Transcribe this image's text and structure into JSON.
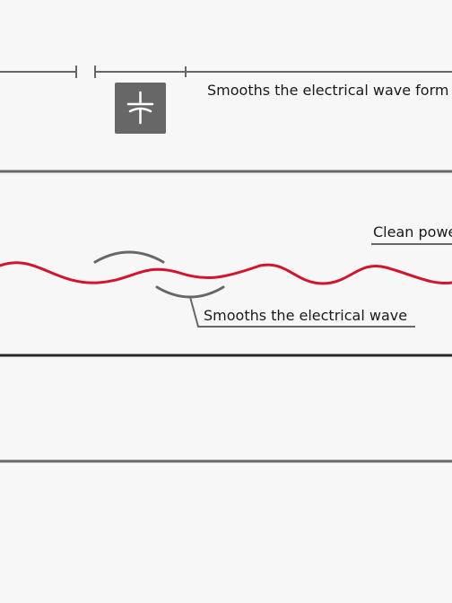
{
  "labels": {
    "capacitor_caption": "Smooths the electrical wave form",
    "clean_power": "Clean power",
    "wave_caption": "Smooths the electrical wave"
  },
  "icons": {
    "capacitor": "capacitor-icon"
  },
  "colors": {
    "background": "#f7f7f7",
    "wave": "#d2142d",
    "line": "#676767",
    "divider_dark": "#2a2a2a",
    "icon_box": "#676767",
    "icon_symbol": "#ffffff"
  }
}
